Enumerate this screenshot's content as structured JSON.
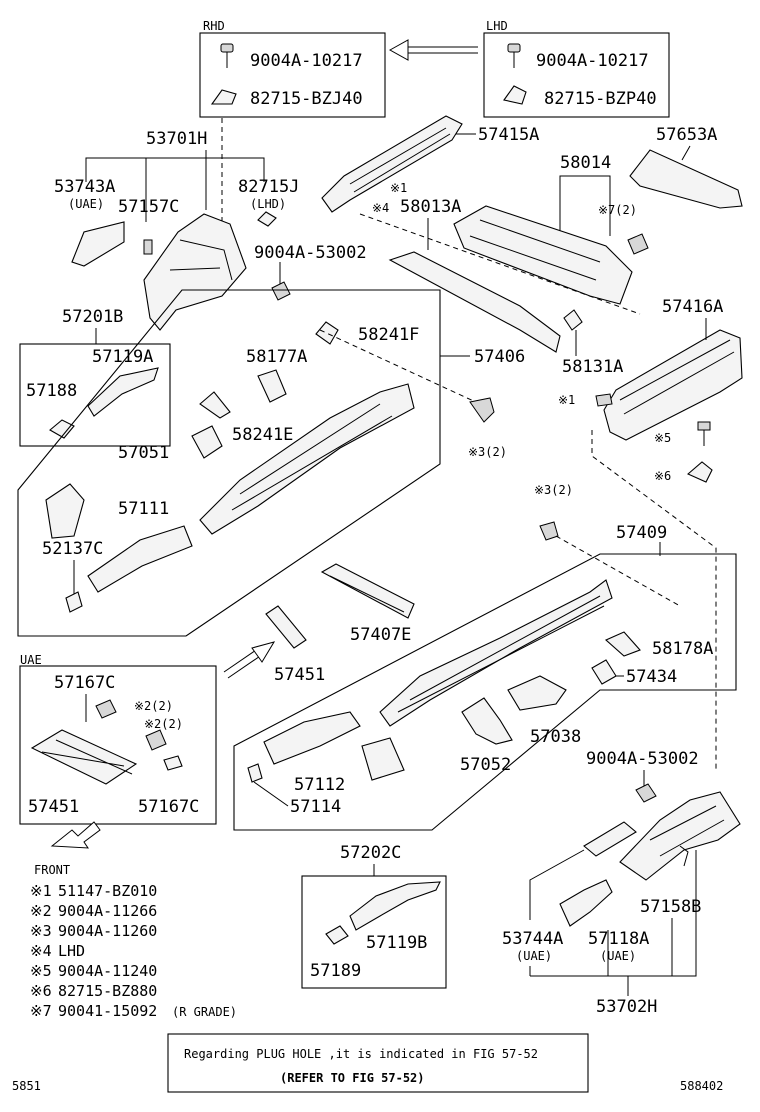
{
  "labels": {
    "rhd": "RHD",
    "lhd": "LHD",
    "uae_box": "UAE",
    "front": "FRONT",
    "uae1": "(UAE)",
    "uae2": "(UAE)",
    "uae3": "(UAE)",
    "lhd_small": "(LHD)",
    "fig_left": "5851",
    "fig_right": "588402"
  },
  "parts": {
    "p9004a_10217_rhd": "9004A-10217",
    "p82715_bzj40": "82715-BZJ40",
    "p9004a_10217_lhd": "9004A-10217",
    "p82715_bzp40": "82715-BZP40",
    "p53701h": "53701H",
    "p57415a": "57415A",
    "p57653a": "57653A",
    "p53743a": "53743A",
    "p82715j": "82715J",
    "p58014": "58014",
    "p57157c": "57157C",
    "p58013a": "58013A",
    "p9004a_53002_top": "9004A-53002",
    "p57201b": "57201B",
    "p57416a": "57416A",
    "p57119a": "57119A",
    "p58241f": "58241F",
    "p57406": "57406",
    "p57188": "57188",
    "p58177a": "58177A",
    "p58131a": "58131A",
    "p58241e": "58241E",
    "p57051": "57051",
    "p57111": "57111",
    "p52137c": "52137C",
    "p57409": "57409",
    "p57407e": "57407E",
    "p58178a": "58178A",
    "p57451_mid": "57451",
    "p57434": "57434",
    "p57167c_a": "57167C",
    "p57038": "57038",
    "p9004a_53002_bot": "9004A-53002",
    "p57112": "57112",
    "p57052": "57052",
    "p57114": "57114",
    "p57451_uae": "57451",
    "p57167c_b": "57167C",
    "p57202c": "57202C",
    "p57158b": "57158B",
    "p53744a": "53744A",
    "p57118a": "57118A",
    "p57119b": "57119B",
    "p57189": "57189",
    "p53702h": "53702H"
  },
  "markers": {
    "m1_a": "※1",
    "m4_a": "※4",
    "m7_a": "※7(2)",
    "m1_b": "※1",
    "m5_a": "※5",
    "m6_a": "※6",
    "m3_a": "※3(2)",
    "m3_b": "※3(2)",
    "m2_a": "※2(2)",
    "m2_b": "※2(2)"
  },
  "legend": [
    {
      "mark": "※1",
      "text": "51147-BZ010"
    },
    {
      "mark": "※2",
      "text": "9004A-11266"
    },
    {
      "mark": "※3",
      "text": "9004A-11260"
    },
    {
      "mark": "※4",
      "text": "LHD"
    },
    {
      "mark": "※5",
      "text": "9004A-11240"
    },
    {
      "mark": "※6",
      "text": "82715-BZ880"
    },
    {
      "mark": "※7",
      "text": "90041-15092",
      "note": "(R GRADE)"
    }
  ],
  "note": {
    "line1": "Regarding PLUG HOLE ,it is indicated in FIG 57-52",
    "line2": "(REFER TO FIG 57-52)"
  }
}
